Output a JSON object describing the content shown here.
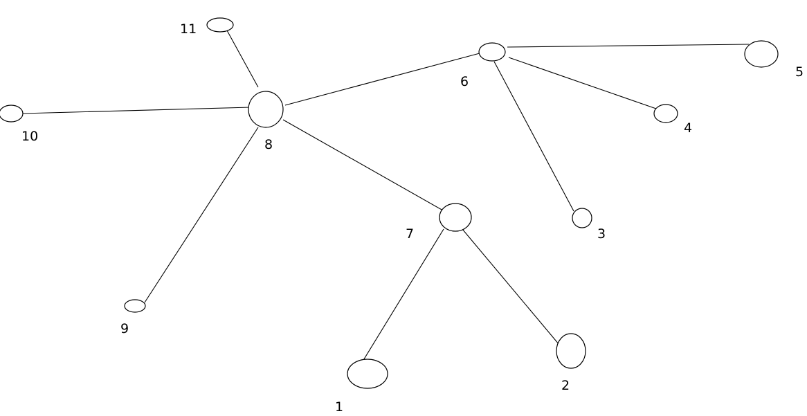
{
  "nodes": [
    {
      "id": "1",
      "label": "1"
    },
    {
      "id": "2",
      "label": "2"
    },
    {
      "id": "3",
      "label": "3"
    },
    {
      "id": "4",
      "label": "4"
    },
    {
      "id": "5",
      "label": "5"
    },
    {
      "id": "6",
      "label": "6"
    },
    {
      "id": "7",
      "label": "7"
    },
    {
      "id": "8",
      "label": "8"
    },
    {
      "id": "9",
      "label": "9"
    },
    {
      "id": "10",
      "label": "10"
    },
    {
      "id": "11",
      "label": "11"
    }
  ],
  "edges": [
    {
      "from": "8",
      "to": "11"
    },
    {
      "from": "8",
      "to": "10"
    },
    {
      "from": "8",
      "to": "6"
    },
    {
      "from": "8",
      "to": "9"
    },
    {
      "from": "8",
      "to": "7"
    },
    {
      "from": "6",
      "to": "5"
    },
    {
      "from": "6",
      "to": "4"
    },
    {
      "from": "6",
      "to": "3"
    },
    {
      "from": "7",
      "to": "1"
    },
    {
      "from": "7",
      "to": "2"
    }
  ]
}
